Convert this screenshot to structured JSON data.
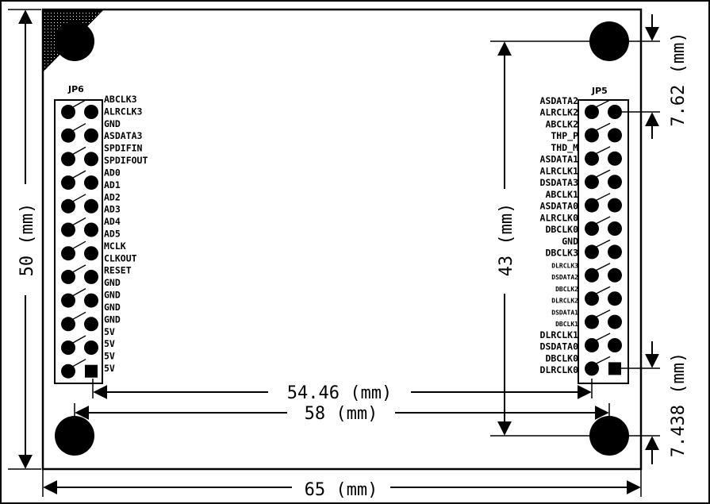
{
  "header_jp6": "JP6",
  "header_jp5": "JP5",
  "jp6_labels": [
    "ABCLK3",
    "ALRCLK3",
    "GND",
    "ASDATA3",
    "SPDIFIN",
    "SPDIFOUT",
    "AD0",
    "AD1",
    "AD2",
    "AD3",
    "AD4",
    "AD5",
    "MCLK",
    "CLKOUT",
    "RESET",
    "GND",
    "GND",
    "GND",
    "GND",
    "5V",
    "5V",
    "5V",
    "5V"
  ],
  "jp5_labels": [
    "ASDATA2",
    "ALRCLK2",
    "ABCLK2",
    "THP_P",
    "THD_M",
    "ASDATA1",
    "ALRCLK1",
    "DSDATA3",
    "ABCLK1",
    "ASDATA0",
    "ALRCLK0",
    "DBCLK0",
    "GND",
    "DBCLK3",
    "DLRCLK3",
    "DSDATA2",
    "DBCLK2",
    "DLRCLK2",
    "DSDATA1",
    "DBCLK1",
    "DLRCLK1",
    "DSDATA0",
    "DBCLK0",
    "DLRCLK0"
  ],
  "dims": {
    "d65": "65 (mm)",
    "d58": "58 (mm)",
    "d5446": "54.46 (mm)",
    "d50": "50 (mm)",
    "d43": "43 (mm)",
    "d762": "7.62 (mm)",
    "d7438": "7.438 (mm)"
  }
}
